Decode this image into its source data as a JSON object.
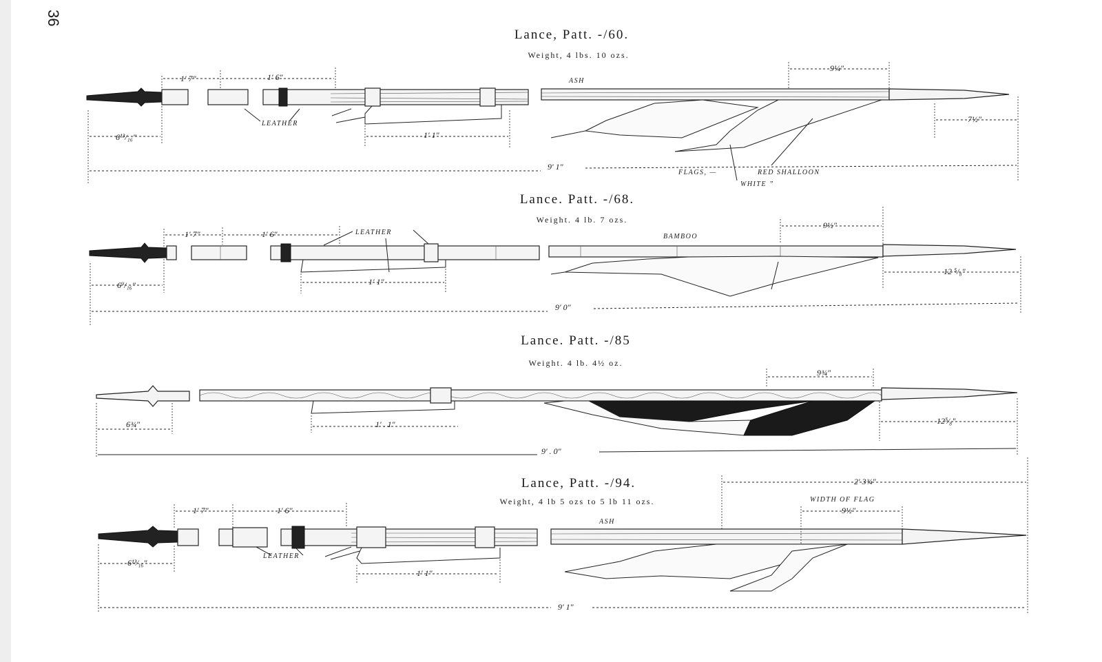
{
  "page": {
    "number": "36"
  },
  "lances": [
    {
      "title": "Lance, Patt. -/60.",
      "weight": "Weight, 4 lbs. 10 ozs.",
      "material": "ASH",
      "dims": {
        "butt": "6¹³/₁₆\"",
        "seg1": "1' 7\"",
        "seg2": "1' 6\"",
        "sling": "1' 1\"",
        "flag": "9¼\"",
        "head": "7½\"",
        "overall": "9' 1\""
      },
      "labels": {
        "leather": "LEATHER",
        "flags": "FLAGS, —",
        "red": "RED SHALLOON",
        "white": "WHITE ”"
      }
    },
    {
      "title": "Lance. Patt. -/68.",
      "weight": "Weight. 4 lb. 7 ozs.",
      "material": "BAMBOO",
      "dims": {
        "butt": "6⁹/₁₆\"",
        "seg1": "1' 7\"",
        "seg2": "1' 6\"",
        "sling": "1' 1\"",
        "flag": "9½\"",
        "head": "12 ⁵/₈\"",
        "overall": "9' 0\""
      },
      "labels": {
        "leather": "LEATHER"
      }
    },
    {
      "title": "Lance. Patt. -/85",
      "weight": "Weight. 4 lb. 4½ oz.",
      "dims": {
        "butt": "6¾\"",
        "sling": "1' . 1\"",
        "flag": "9¾\"",
        "head": "12⁵⁄₈\"",
        "overall": "9' . 0\""
      }
    },
    {
      "title": "Lance, Patt. -/94.",
      "weight": "Weight, 4 lb 5 ozs to 5 lb 11 ozs.",
      "material": "ASH",
      "dims": {
        "butt": "6¹³⁄₁₆\"",
        "seg1": "1' 7\"",
        "seg2": "1' 6\"",
        "sling": "1' 1\"",
        "top": "2' 3¾\"",
        "flag": "9½\"",
        "overall": "9' 1\""
      },
      "labels": {
        "leather": "LEATHER",
        "width_of_flag": "WIDTH OF FLAG"
      }
    }
  ]
}
